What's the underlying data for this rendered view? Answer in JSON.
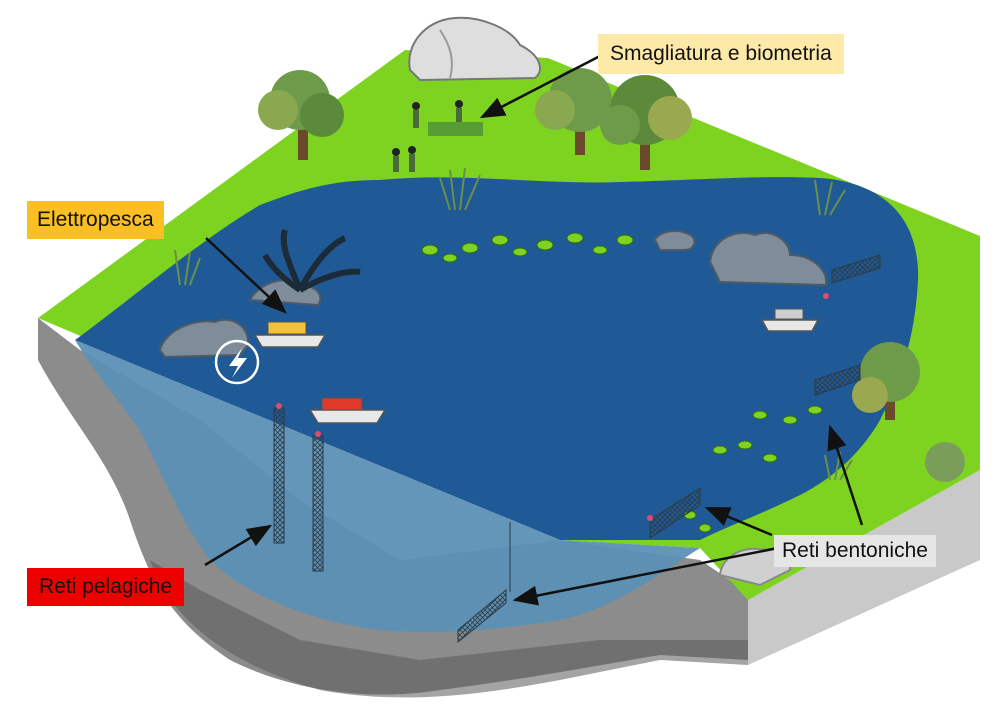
{
  "labels": {
    "smagliatura": "Smagliatura e biometria",
    "elettropesca": "Elettropesca",
    "reti_pelagiche": "Reti pelagiche",
    "reti_bentoniche": "Reti bentoniche"
  },
  "colors": {
    "smagliatura_bg": "#fde9a8",
    "elettropesca_bg": "#fbbf24",
    "reti_pelagiche_bg": "#ee0000",
    "reti_bentoniche_bg": "#e6e6e6",
    "grass": "#7ed321",
    "water": "#1f5a96",
    "underwater": "#5a8fb4",
    "soil": "#8a8a8a",
    "soil_dark": "#4f4f4f",
    "arrow": "#111111"
  },
  "icons": [
    "lightning-icon",
    "tree-icon",
    "rock-icon",
    "boat-icon",
    "net-icon",
    "lily-pad-icon",
    "person-icon"
  ]
}
